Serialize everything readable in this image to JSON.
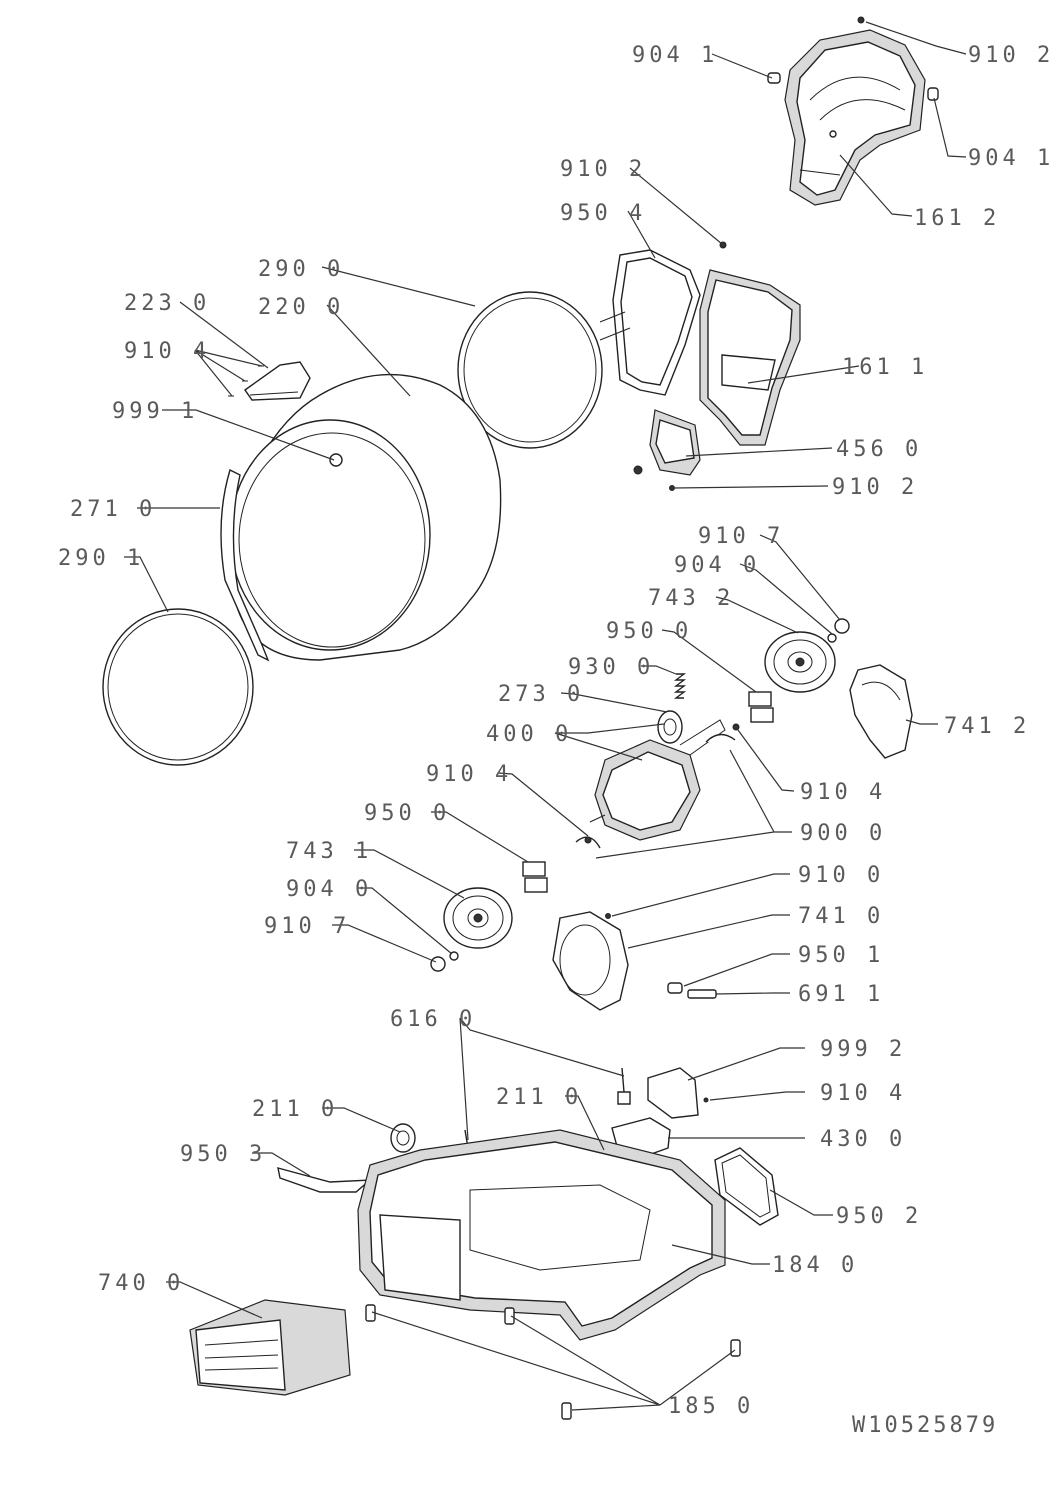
{
  "labels": [
    {
      "id": "l-904-1-a",
      "text": "904 1"
    },
    {
      "id": "l-910-2-a",
      "text": "910 2"
    },
    {
      "id": "l-904-1-b",
      "text": "904 1"
    },
    {
      "id": "l-161-2",
      "text": "161 2"
    },
    {
      "id": "l-910-2-b",
      "text": "910 2"
    },
    {
      "id": "l-950-4",
      "text": "950 4"
    },
    {
      "id": "l-290-0",
      "text": "290 0"
    },
    {
      "id": "l-223-0",
      "text": "223 0"
    },
    {
      "id": "l-220-0",
      "text": "220 0"
    },
    {
      "id": "l-910-4-a",
      "text": "910 4"
    },
    {
      "id": "l-161-1",
      "text": "161 1"
    },
    {
      "id": "l-999-1",
      "text": "999 1"
    },
    {
      "id": "l-456-0",
      "text": "456 0"
    },
    {
      "id": "l-910-2-c",
      "text": "910 2"
    },
    {
      "id": "l-271-0",
      "text": "271 0"
    },
    {
      "id": "l-910-7-a",
      "text": "910 7"
    },
    {
      "id": "l-290-1",
      "text": "290 1"
    },
    {
      "id": "l-904-0-a",
      "text": "904 0"
    },
    {
      "id": "l-743-2",
      "text": "743 2"
    },
    {
      "id": "l-950-0-a",
      "text": "950 0"
    },
    {
      "id": "l-930-0",
      "text": "930 0"
    },
    {
      "id": "l-741-2",
      "text": "741 2"
    },
    {
      "id": "l-273-0",
      "text": "273 0"
    },
    {
      "id": "l-400-0",
      "text": "400 0"
    },
    {
      "id": "l-910-4-b",
      "text": "910 4"
    },
    {
      "id": "l-910-4-c",
      "text": "910 4"
    },
    {
      "id": "l-950-0-b",
      "text": "950 0"
    },
    {
      "id": "l-900-0",
      "text": "900 0"
    },
    {
      "id": "l-743-1",
      "text": "743 1"
    },
    {
      "id": "l-910-0",
      "text": "910 0"
    },
    {
      "id": "l-904-0-b",
      "text": "904 0"
    },
    {
      "id": "l-741-0",
      "text": "741 0"
    },
    {
      "id": "l-910-7-b",
      "text": "910 7"
    },
    {
      "id": "l-950-1",
      "text": "950 1"
    },
    {
      "id": "l-691-1",
      "text": "691 1"
    },
    {
      "id": "l-616-0",
      "text": "616 0"
    },
    {
      "id": "l-999-2",
      "text": "999 2"
    },
    {
      "id": "l-211-0-a",
      "text": "211 0"
    },
    {
      "id": "l-211-0-b",
      "text": "211 0"
    },
    {
      "id": "l-910-4-d",
      "text": "910 4"
    },
    {
      "id": "l-430-0",
      "text": "430 0"
    },
    {
      "id": "l-950-3",
      "text": "950 3"
    },
    {
      "id": "l-950-2",
      "text": "950 2"
    },
    {
      "id": "l-184-0",
      "text": "184 0"
    },
    {
      "id": "l-740-0",
      "text": "740 0"
    },
    {
      "id": "l-185-0",
      "text": "185 0"
    }
  ],
  "drawing_code": "W10525879",
  "colors": {
    "line": "#222222",
    "label": "#5a5a5a",
    "fill_shade": "#d9d9d9"
  }
}
